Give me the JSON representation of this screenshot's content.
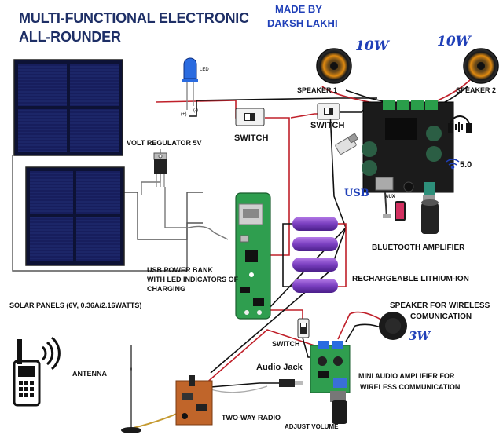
{
  "title": {
    "line1": "MULTI-FUNCTIONAL ELECTRONIC",
    "line2": "ALL-ROUNDER"
  },
  "made_by": {
    "line1": "MADE BY",
    "line2": "DAKSH LAKHI"
  },
  "labels": {
    "led": "LED",
    "led_plus": "(+)",
    "led_minus": "(-)",
    "volt_regulator": "VOLT REGULATOR 5V",
    "switch_top": "SWITCH",
    "switch_mid": "SWITCH",
    "switch_bottom": "SWITCH",
    "speaker1": "SPEAKER 1",
    "speaker2": "SPEAKER 2",
    "watt1": "10W",
    "watt2": "10W",
    "usb": "USB",
    "aux": "AUX",
    "bt_version": "5.0",
    "bluetooth_amp": "BLUETOOTH AMPLIFIER",
    "power_bank_1": "USB POWER BANK",
    "power_bank_2": "WITH LED INDICATORS OF",
    "power_bank_3": "CHARGING",
    "lithium": "RECHARGEABLE LITHIUM-ION",
    "solar": "SOLAR PANELS (6V, 0.36A/2.16WATTS)",
    "wireless_speaker_1": "SPEAKER FOR WIRELESS",
    "wireless_speaker_2": "COMUNICATION",
    "watt3": "3W",
    "antenna": "ANTENNA",
    "audio_jack": "Audio Jack",
    "mini_amp_1": "MINI AUDIO AMPLIFIER FOR",
    "mini_amp_2": "WIRELESS COMMUNICATION",
    "two_way_radio": "TWO-WAY RADIO",
    "adjust_volume": "ADJUST VOLUME"
  },
  "colors": {
    "title": "#1e2f66",
    "accent_blue": "#1f3fb8",
    "wire_red": "#c0202a",
    "wire_black": "#111111",
    "battery": "#7a3fc0",
    "pcb_green": "#2f9e4f",
    "pcb_brown": "#c0652a",
    "solar": "#1a1f5e"
  }
}
